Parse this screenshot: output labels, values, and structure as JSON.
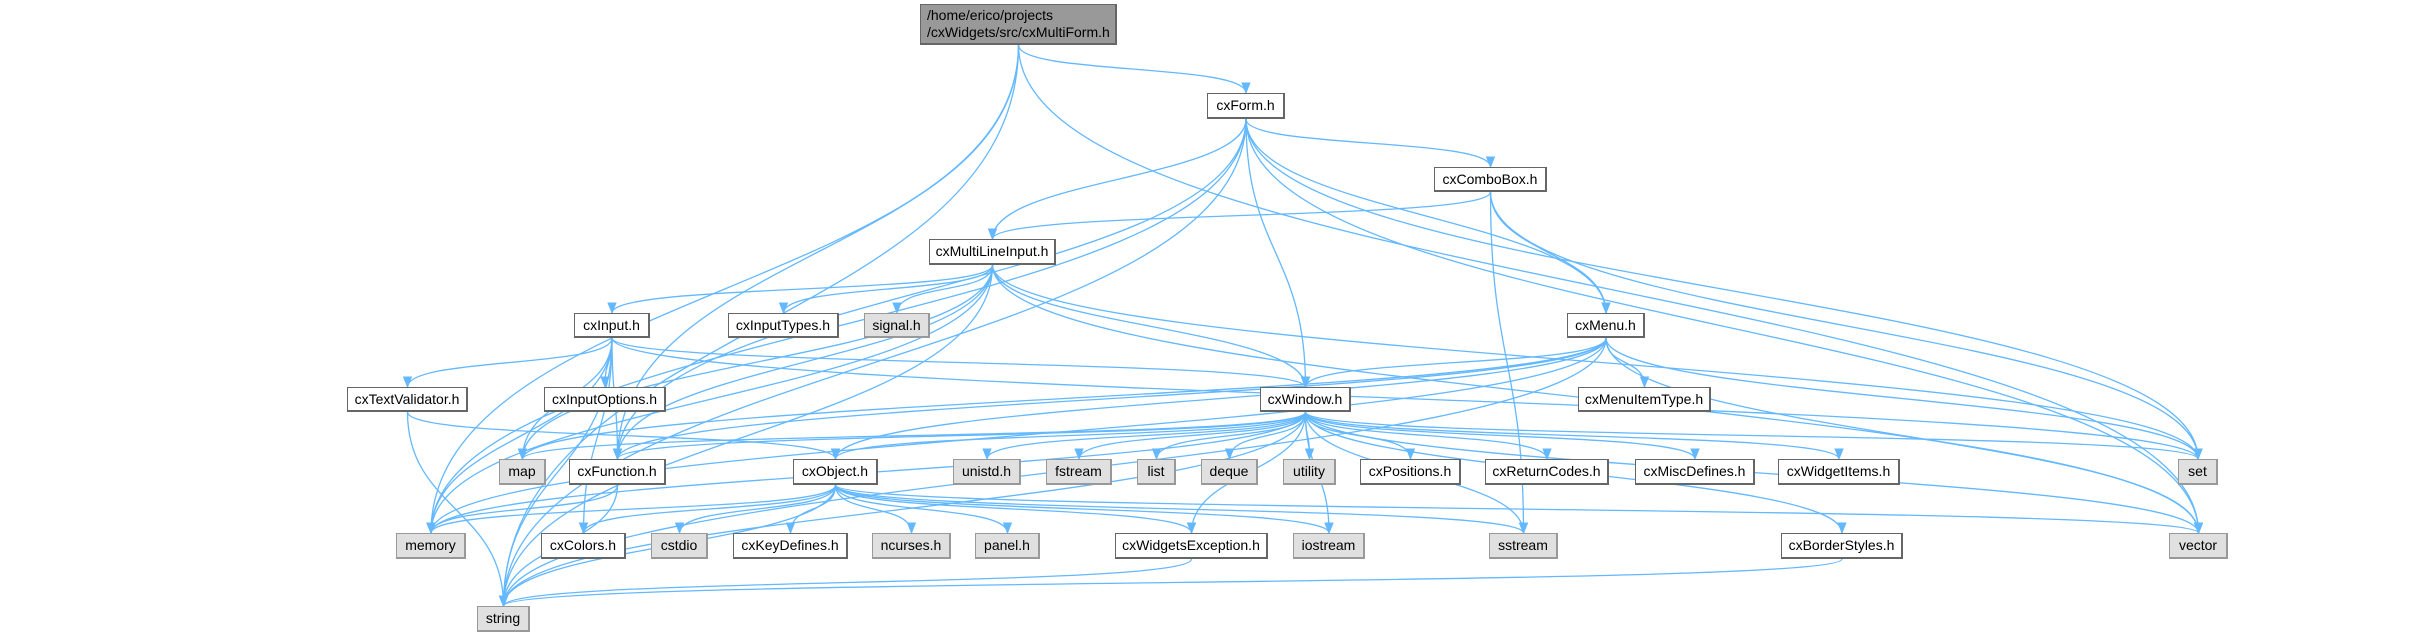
{
  "colors": {
    "edge": "#63b8ff",
    "main_fill": "#999999",
    "system_fill": "#e0e0e0",
    "local_fill": "#ffffff"
  },
  "nodes": [
    {
      "id": "main",
      "label": "/home/erico/projects /cxWidgets/src/cxMultiForm.h",
      "kind": "main"
    },
    {
      "id": "cxForm",
      "label": "cxForm.h",
      "kind": "local"
    },
    {
      "id": "cxComboBox",
      "label": "cxComboBox.h",
      "kind": "local"
    },
    {
      "id": "cxMultiLineInput",
      "label": "cxMultiLineInput.h",
      "kind": "local"
    },
    {
      "id": "cxInput",
      "label": "cxInput.h",
      "kind": "local"
    },
    {
      "id": "cxInputTypes",
      "label": "cxInputTypes.h",
      "kind": "local"
    },
    {
      "id": "signal",
      "label": "signal.h",
      "kind": "system"
    },
    {
      "id": "cxMenu",
      "label": "cxMenu.h",
      "kind": "local"
    },
    {
      "id": "cxTextValidator",
      "label": "cxTextValidator.h",
      "kind": "local"
    },
    {
      "id": "cxInputOptions",
      "label": "cxInputOptions.h",
      "kind": "local"
    },
    {
      "id": "cxWindow",
      "label": "cxWindow.h",
      "kind": "local"
    },
    {
      "id": "cxMenuItemType",
      "label": "cxMenuItemType.h",
      "kind": "local"
    },
    {
      "id": "map",
      "label": "map",
      "kind": "system"
    },
    {
      "id": "cxFunction",
      "label": "cxFunction.h",
      "kind": "local"
    },
    {
      "id": "cxObject",
      "label": "cxObject.h",
      "kind": "local"
    },
    {
      "id": "unistd",
      "label": "unistd.h",
      "kind": "system"
    },
    {
      "id": "fstream",
      "label": "fstream",
      "kind": "system"
    },
    {
      "id": "list",
      "label": "list",
      "kind": "system"
    },
    {
      "id": "deque",
      "label": "deque",
      "kind": "system"
    },
    {
      "id": "utility",
      "label": "utility",
      "kind": "system"
    },
    {
      "id": "cxPositions",
      "label": "cxPositions.h",
      "kind": "local"
    },
    {
      "id": "cxReturnCodes",
      "label": "cxReturnCodes.h",
      "kind": "local"
    },
    {
      "id": "cxMiscDefines",
      "label": "cxMiscDefines.h",
      "kind": "local"
    },
    {
      "id": "cxWidgetItems",
      "label": "cxWidgetItems.h",
      "kind": "local"
    },
    {
      "id": "set",
      "label": "set",
      "kind": "system"
    },
    {
      "id": "memory",
      "label": "memory",
      "kind": "system"
    },
    {
      "id": "cxColors",
      "label": "cxColors.h",
      "kind": "local"
    },
    {
      "id": "cstdio",
      "label": "cstdio",
      "kind": "system"
    },
    {
      "id": "cxKeyDefines",
      "label": "cxKeyDefines.h",
      "kind": "local"
    },
    {
      "id": "ncurses",
      "label": "ncurses.h",
      "kind": "system"
    },
    {
      "id": "panel",
      "label": "panel.h",
      "kind": "system"
    },
    {
      "id": "cxWidgetsException",
      "label": "cxWidgetsException.h",
      "kind": "local"
    },
    {
      "id": "iostream",
      "label": "iostream",
      "kind": "system"
    },
    {
      "id": "sstream",
      "label": "sstream",
      "kind": "system"
    },
    {
      "id": "cxBorderStyles",
      "label": "cxBorderStyles.h",
      "kind": "local"
    },
    {
      "id": "vector",
      "label": "vector",
      "kind": "system"
    },
    {
      "id": "string",
      "label": "string",
      "kind": "system"
    }
  ],
  "edges": [
    [
      "main",
      "cxForm"
    ],
    [
      "main",
      "string"
    ],
    [
      "main",
      "memory"
    ],
    [
      "main",
      "vector"
    ],
    [
      "main",
      "cxFunction"
    ],
    [
      "cxForm",
      "cxMultiLineInput"
    ],
    [
      "cxForm",
      "cxComboBox"
    ],
    [
      "cxForm",
      "cxMenu"
    ],
    [
      "cxForm",
      "cxWindow"
    ],
    [
      "cxForm",
      "set"
    ],
    [
      "cxForm",
      "vector"
    ],
    [
      "cxForm",
      "string"
    ],
    [
      "cxForm",
      "memory"
    ],
    [
      "cxForm",
      "cxFunction"
    ],
    [
      "cxComboBox",
      "cxMultiLineInput"
    ],
    [
      "cxComboBox",
      "cxMenu"
    ],
    [
      "cxComboBox",
      "set"
    ],
    [
      "cxComboBox",
      "sstream"
    ],
    [
      "cxMultiLineInput",
      "cxInput"
    ],
    [
      "cxMultiLineInput",
      "cxInputTypes"
    ],
    [
      "cxMultiLineInput",
      "signal"
    ],
    [
      "cxMultiLineInput",
      "cxWindow"
    ],
    [
      "cxMultiLineInput",
      "string"
    ],
    [
      "cxMultiLineInput",
      "memory"
    ],
    [
      "cxMultiLineInput",
      "map"
    ],
    [
      "cxMultiLineInput",
      "cxFunction"
    ],
    [
      "cxMultiLineInput",
      "set"
    ],
    [
      "cxMultiLineInput",
      "vector"
    ],
    [
      "cxInput",
      "cxTextValidator"
    ],
    [
      "cxInput",
      "cxInputOptions"
    ],
    [
      "cxInput",
      "map"
    ],
    [
      "cxInput",
      "cxFunction"
    ],
    [
      "cxInput",
      "memory"
    ],
    [
      "cxInput",
      "string"
    ],
    [
      "cxInput",
      "cxColors"
    ],
    [
      "cxInput",
      "cxWindow"
    ],
    [
      "cxInput",
      "set"
    ],
    [
      "cxTextValidator",
      "string"
    ],
    [
      "cxTextValidator",
      "cxObject"
    ],
    [
      "cxMenu",
      "cxWindow"
    ],
    [
      "cxMenu",
      "cxMenuItemType"
    ],
    [
      "cxMenu",
      "map"
    ],
    [
      "cxMenu",
      "cxFunction"
    ],
    [
      "cxMenu",
      "memory"
    ],
    [
      "cxMenu",
      "set"
    ],
    [
      "cxMenu",
      "vector"
    ],
    [
      "cxMenu",
      "string"
    ],
    [
      "cxMenu",
      "cxObject"
    ],
    [
      "cxWindow",
      "map"
    ],
    [
      "cxWindow",
      "cxFunction"
    ],
    [
      "cxWindow",
      "cxObject"
    ],
    [
      "cxWindow",
      "memory"
    ],
    [
      "cxWindow",
      "unistd"
    ],
    [
      "cxWindow",
      "fstream"
    ],
    [
      "cxWindow",
      "list"
    ],
    [
      "cxWindow",
      "deque"
    ],
    [
      "cxWindow",
      "utility"
    ],
    [
      "cxWindow",
      "cxPositions"
    ],
    [
      "cxWindow",
      "cxReturnCodes"
    ],
    [
      "cxWindow",
      "cxMiscDefines"
    ],
    [
      "cxWindow",
      "cxWidgetItems"
    ],
    [
      "cxWindow",
      "set"
    ],
    [
      "cxWindow",
      "vector"
    ],
    [
      "cxWindow",
      "string"
    ],
    [
      "cxWindow",
      "cxBorderStyles"
    ],
    [
      "cxWindow",
      "sstream"
    ],
    [
      "cxWindow",
      "cxWidgetsException"
    ],
    [
      "cxWindow",
      "iostream"
    ],
    [
      "cxFunction",
      "memory"
    ],
    [
      "cxFunction",
      "string"
    ],
    [
      "cxObject",
      "cxColors"
    ],
    [
      "cxObject",
      "cstdio"
    ],
    [
      "cxObject",
      "cxKeyDefines"
    ],
    [
      "cxObject",
      "ncurses"
    ],
    [
      "cxObject",
      "panel"
    ],
    [
      "cxObject",
      "cxWidgetsException"
    ],
    [
      "cxObject",
      "iostream"
    ],
    [
      "cxObject",
      "sstream"
    ],
    [
      "cxObject",
      "vector"
    ],
    [
      "cxObject",
      "string"
    ],
    [
      "cxObject",
      "memory"
    ],
    [
      "cxWidgetsException",
      "string"
    ],
    [
      "cxBorderStyles",
      "string"
    ]
  ]
}
